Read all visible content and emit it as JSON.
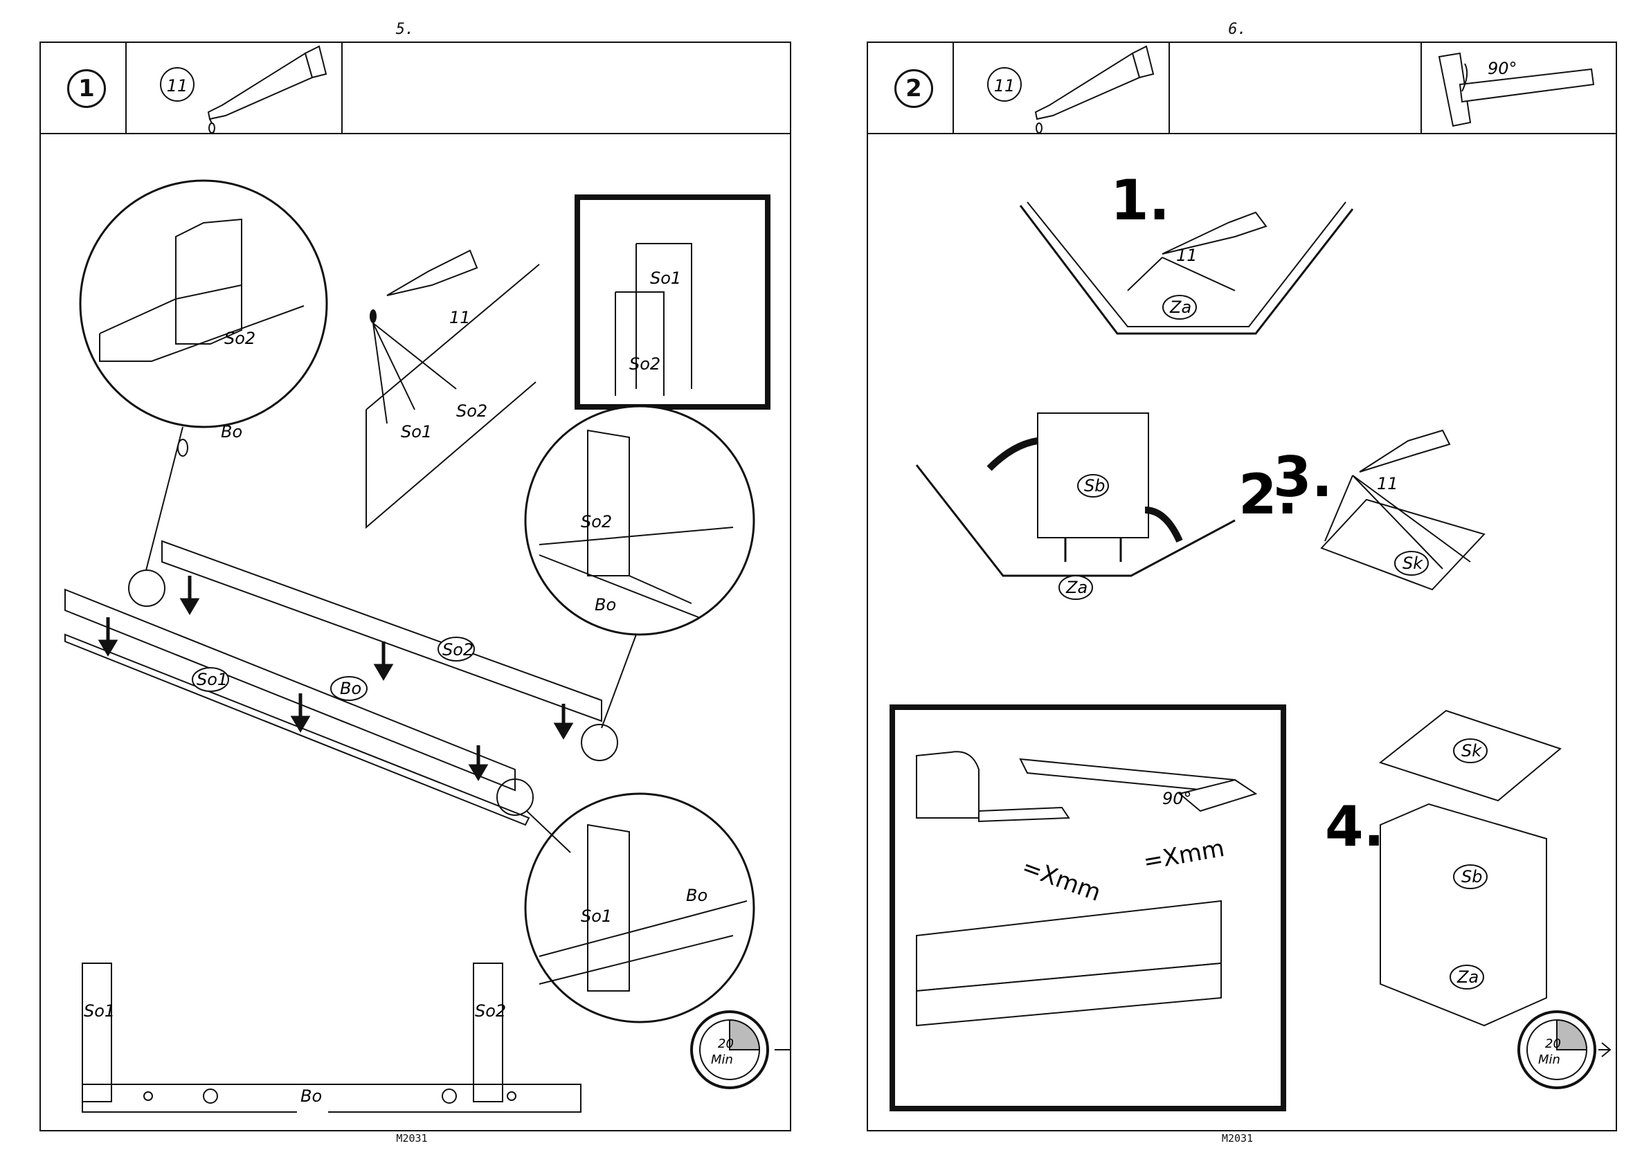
{
  "left_page": {
    "page_number": "5.",
    "step_number": "1",
    "glue_part": "11",
    "model_code": "M2031",
    "timer": {
      "value": "20",
      "unit": "Min"
    },
    "labels": {
      "so1": "So1",
      "so2": "So2",
      "bo": "Bo"
    }
  },
  "right_page": {
    "page_number": "6.",
    "step_number": "2",
    "glue_part": "11",
    "model_code": "M2031",
    "square_angle": "90°",
    "timer": {
      "value": "20",
      "unit": "Min"
    },
    "sub_steps": [
      "1.",
      "2.",
      "3.",
      "4."
    ],
    "labels": {
      "za": "Za",
      "sb": "Sb",
      "sk": "Sk"
    },
    "measure_label": "=Xmm"
  }
}
